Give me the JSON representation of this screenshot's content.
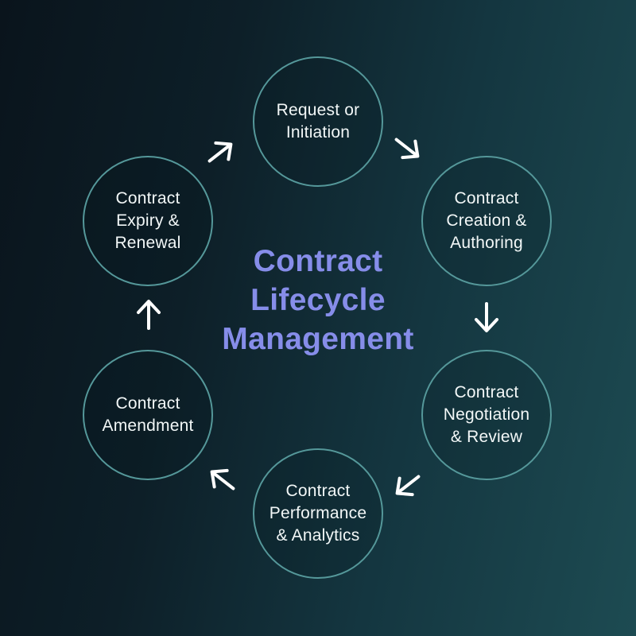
{
  "title": {
    "text": "Contract\nLifecycle\nManagement"
  },
  "stages": [
    {
      "name": "request-or-initiation",
      "label": "Request or\nInitiation"
    },
    {
      "name": "contract-creation-authoring",
      "label": "Contract\nCreation &\nAuthoring"
    },
    {
      "name": "contract-negotiation-review",
      "label": "Contract\nNegotiation\n& Review"
    },
    {
      "name": "contract-performance-analytics",
      "label": "Contract\nPerformance\n& Analytics"
    },
    {
      "name": "contract-amendment",
      "label": "Contract\nAmendment"
    },
    {
      "name": "contract-expiry-renewal",
      "label": "Contract\nExpiry &\nRenewal"
    }
  ],
  "flow": {
    "direction": "clockwise",
    "connections": [
      {
        "from": "Contract Expiry & Renewal",
        "to": "Request or Initiation",
        "icon": "arrow-up-right-icon"
      },
      {
        "from": "Request or Initiation",
        "to": "Contract Creation & Authoring",
        "icon": "arrow-down-right-icon"
      },
      {
        "from": "Contract Creation & Authoring",
        "to": "Contract Negotiation & Review",
        "icon": "arrow-down-icon"
      },
      {
        "from": "Contract Negotiation & Review",
        "to": "Contract Performance & Analytics",
        "icon": "arrow-down-left-icon"
      },
      {
        "from": "Contract Performance & Analytics",
        "to": "Contract Amendment",
        "icon": "arrow-up-left-icon"
      },
      {
        "from": "Contract Amendment",
        "to": "Contract Expiry & Renewal",
        "icon": "arrow-up-icon"
      }
    ]
  },
  "colors": {
    "background_dark": "#0a141c",
    "background_teal": "#1d4b52",
    "circle_ring": "#55989a",
    "label_text": "#f2f7f7",
    "title_text": "#868de9",
    "arrow": "#ffffff"
  }
}
